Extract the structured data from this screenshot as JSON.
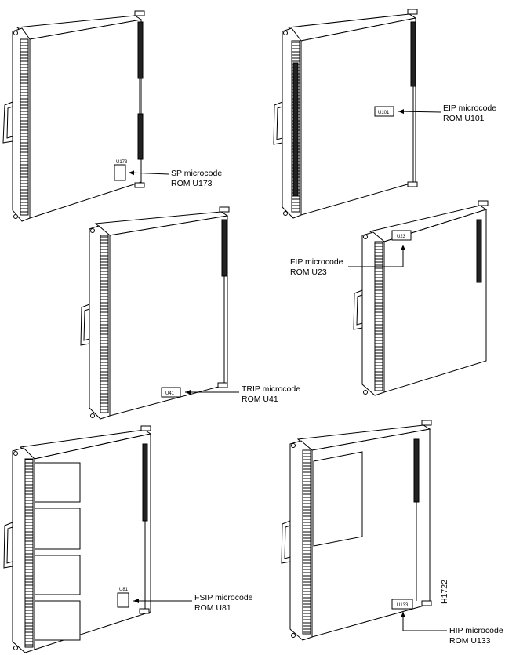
{
  "figure_id": "H1722",
  "boards": [
    {
      "id": "sp",
      "label_line1": "SP microcode",
      "label_line2": "ROM U173",
      "chip_label": "U173"
    },
    {
      "id": "eip",
      "label_line1": "EIP microcode",
      "label_line2": "ROM U101",
      "chip_label": "U101"
    },
    {
      "id": "trip",
      "label_line1": "TRIP microcode",
      "label_line2": "ROM U41",
      "chip_label": "U41"
    },
    {
      "id": "fip",
      "label_line1": "FIP microcode",
      "label_line2": "ROM U23",
      "chip_label": "U23"
    },
    {
      "id": "fsip",
      "label_line1": "FSIP microcode",
      "label_line2": "ROM U81",
      "chip_label": "U81"
    },
    {
      "id": "hip",
      "label_line1": "HIP microcode",
      "label_line2": "ROM U133",
      "chip_label": "U133"
    }
  ]
}
